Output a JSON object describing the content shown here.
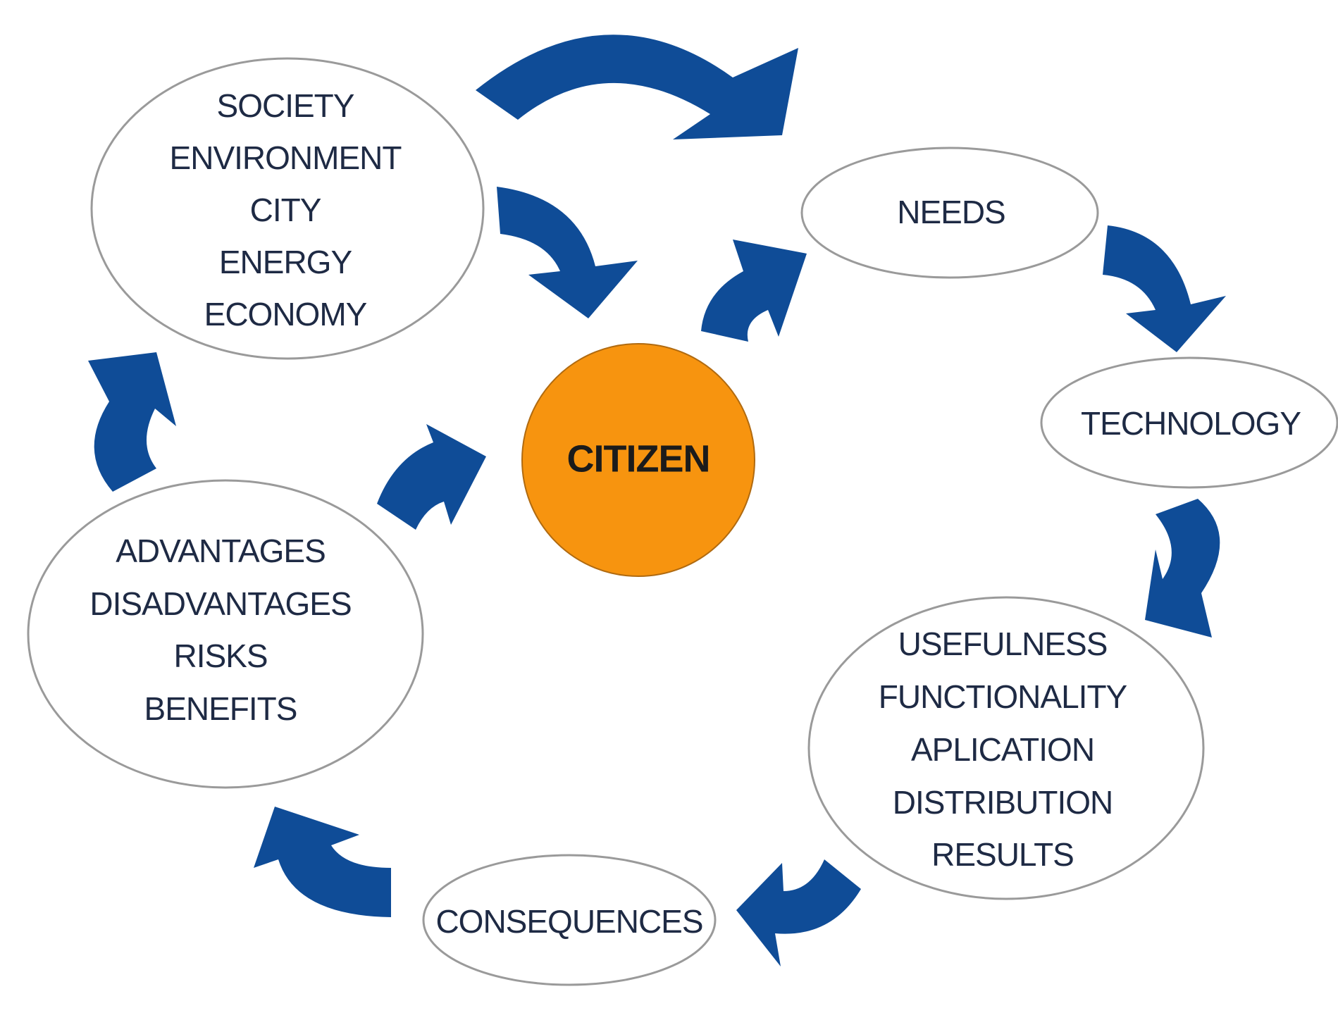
{
  "colors": {
    "arrow": "#0f4c97",
    "center_fill": "#f7940f",
    "node_border": "#9a9a9a",
    "text": "#1e2a44"
  },
  "center": {
    "label": "CITIZEN"
  },
  "nodes": {
    "society": {
      "lines": [
        "SOCIETY",
        "ENVIRONMENT",
        "CITY",
        "ENERGY",
        "ECONOMY"
      ]
    },
    "needs": {
      "lines": [
        "NEEDS"
      ]
    },
    "technology": {
      "lines": [
        "TECHNOLOGY"
      ]
    },
    "usefulness": {
      "lines": [
        "USEFULNESS",
        "FUNCTIONALITY",
        "APLICATION",
        "DISTRIBUTION",
        "RESULTS"
      ]
    },
    "consequences": {
      "lines": [
        "CONSEQUENCES"
      ]
    },
    "advantages": {
      "lines": [
        "ADVANTAGES",
        "DISADVANTAGES",
        "RISKS",
        "BENEFITS"
      ]
    }
  },
  "arrow_icons": [
    "curved-arrow-icon"
  ]
}
